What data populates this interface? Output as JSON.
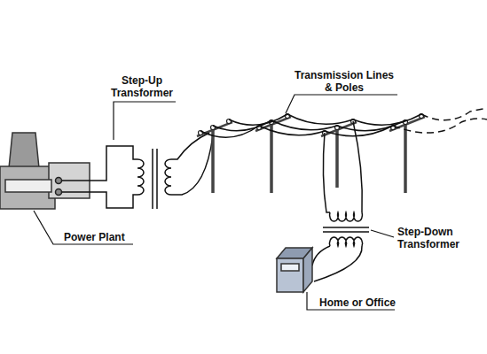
{
  "diagram": {
    "labels": [
      "Step-Up Transformer",
      "Transmission Lines & Poles",
      "Step-Down Transformer",
      "Power Plant",
      "Home or Office"
    ]
  }
}
